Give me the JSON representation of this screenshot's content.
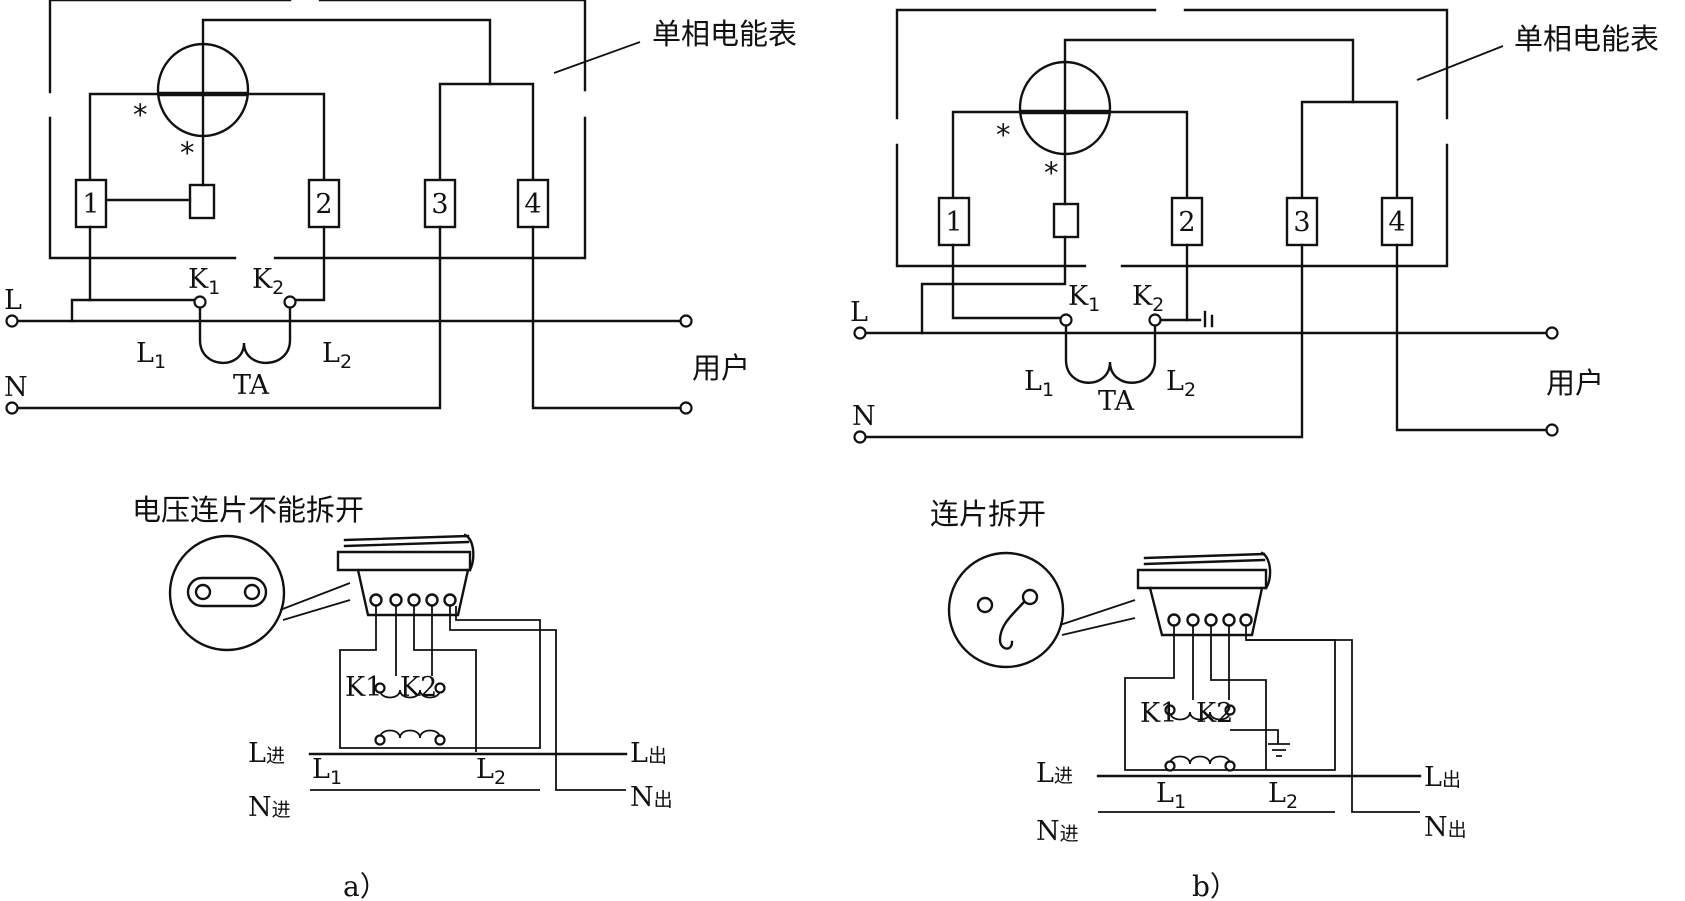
{
  "diagram_a": {
    "meter_label": "单相电能表",
    "terminals": [
      "1",
      "2",
      "3",
      "4"
    ],
    "polarity_mark": "*",
    "line_L": "L",
    "line_N": "N",
    "k1": "K",
    "k1_sub": "1",
    "k2": "K",
    "k2_sub": "2",
    "l1": "L",
    "l1_sub": "1",
    "l2": "L",
    "l2_sub": "2",
    "ta": "TA",
    "user": "用户",
    "note": "电压连片不能拆开",
    "ct_k1": "K1",
    "ct_k2": "K2",
    "l_in": "L",
    "l_in_sub": "进",
    "n_in": "N",
    "n_in_sub": "进",
    "l_out": "L",
    "l_out_sub": "出",
    "n_out": "N",
    "n_out_sub": "出",
    "caption": "a）"
  },
  "diagram_b": {
    "meter_label": "单相电能表",
    "terminals": [
      "1",
      "2",
      "3",
      "4"
    ],
    "polarity_mark": "*",
    "line_L": "L",
    "line_N": "N",
    "k1": "K",
    "k1_sub": "1",
    "k2": "K",
    "k2_sub": "2",
    "l1": "L",
    "l1_sub": "1",
    "l2": "L",
    "l2_sub": "2",
    "ta": "TA",
    "user": "用户",
    "note": "连片拆开",
    "ct_k1": "K1",
    "ct_k2": "K2",
    "l_in": "L",
    "l_in_sub": "进",
    "n_in": "N",
    "n_in_sub": "进",
    "l_out": "L",
    "l_out_sub": "出",
    "n_out": "N",
    "n_out_sub": "出",
    "caption": "b）"
  }
}
